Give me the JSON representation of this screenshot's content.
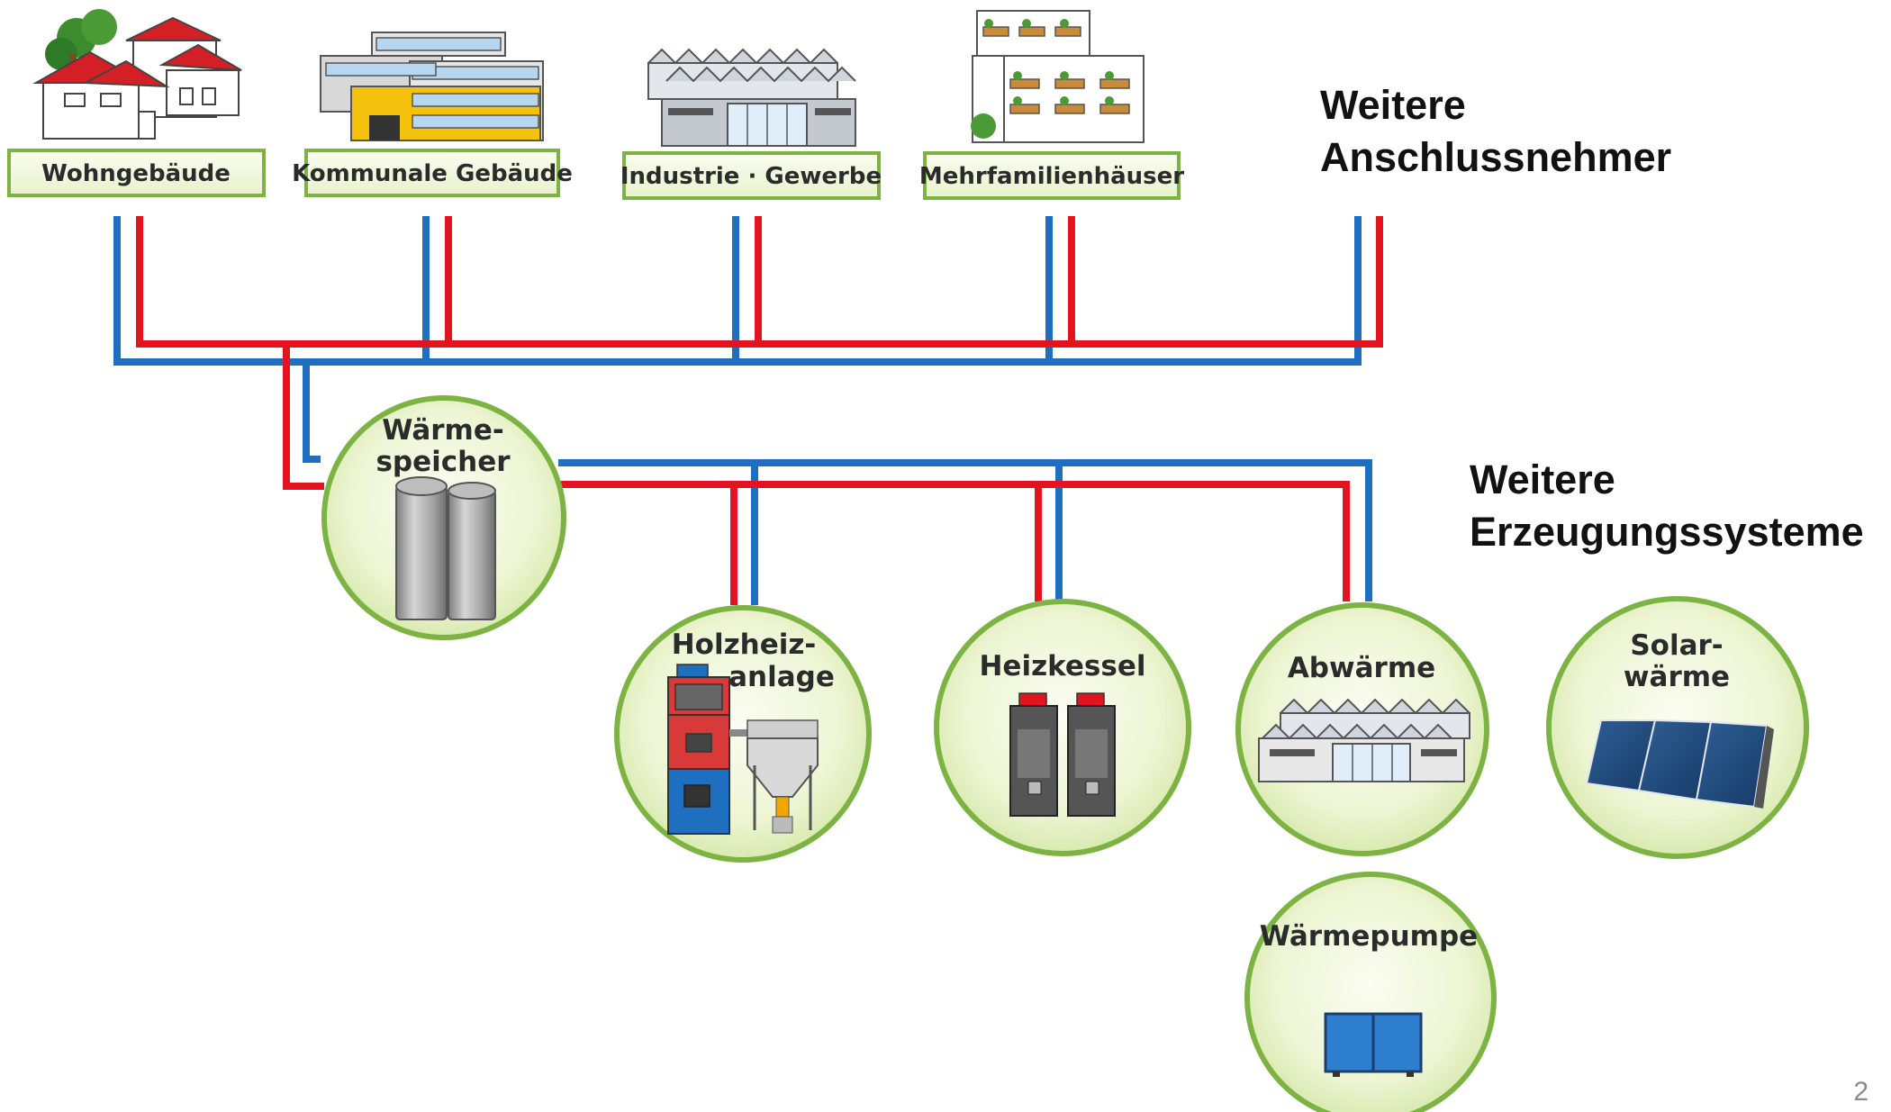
{
  "headings": {
    "consumers_line1": "Weitere",
    "consumers_line2": "Anschlussnehmer",
    "producers_line1": "Weitere",
    "producers_line2": "Erzeugungssysteme"
  },
  "consumers": [
    {
      "label": "Wohngebäude",
      "icon": "houses-icon"
    },
    {
      "label": "Kommunale Gebäude",
      "icon": "municipal-building-icon"
    },
    {
      "label": "Industrie · Gewerbe",
      "icon": "factory-icon"
    },
    {
      "label": "Mehrfamilienhäuser",
      "icon": "apartment-building-icon"
    }
  ],
  "storage": {
    "line1": "Wärme-",
    "line2": "speicher",
    "icon": "storage-tanks-icon"
  },
  "producers": [
    {
      "line1": "Holzheiz-",
      "line2": "anlage",
      "icon": "wood-boiler-icon"
    },
    {
      "line1": "Heizkessel",
      "line2": "",
      "icon": "boiler-icon"
    },
    {
      "line1": "Abwärme",
      "line2": "",
      "icon": "factory-icon"
    },
    {
      "line1": "Solar-",
      "line2": "wärme",
      "icon": "solar-panel-icon"
    },
    {
      "line1": "Wärmepumpe",
      "line2": "",
      "icon": "heat-pump-icon"
    }
  ],
  "colors": {
    "supply_pipe": "#e3131f",
    "return_pipe": "#1f6fc1",
    "circle_border": "#7cb342",
    "label_border": "#7cb342"
  },
  "page_number": "2"
}
